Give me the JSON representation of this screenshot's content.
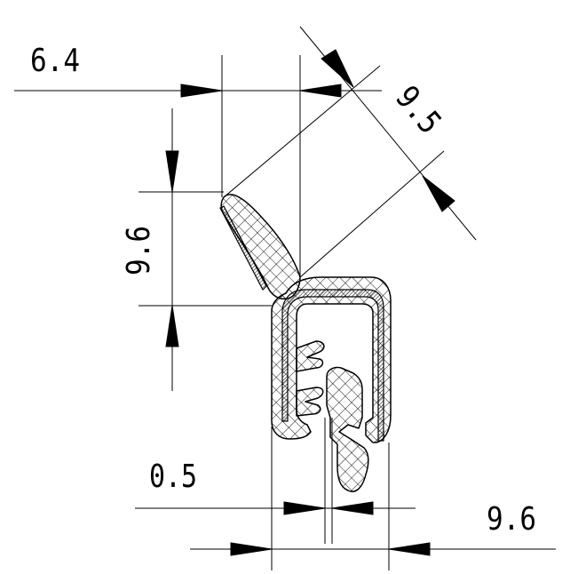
{
  "dimensions": {
    "width_top": "6.4",
    "lip_diagonal": "9.5",
    "lip_height": "9.6",
    "slot_width": "0.5",
    "overall_width": "9.6"
  }
}
